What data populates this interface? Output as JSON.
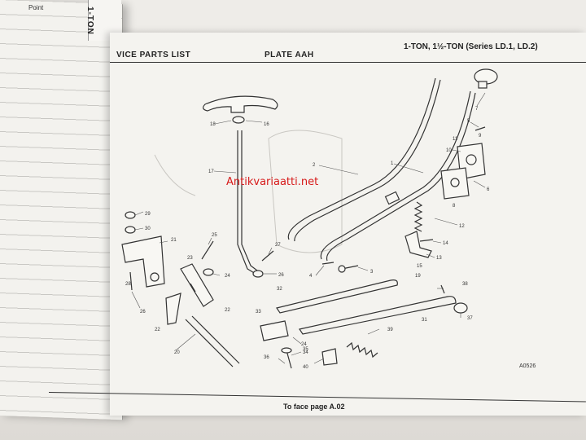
{
  "left_page": {
    "tab_text": "1-TON",
    "field_text": "Point"
  },
  "header": {
    "list_title": "VICE PARTS LIST",
    "plate_title": "PLATE AAH",
    "series_title": "1-TON, 1½-TON (Series LD.1, LD.2)"
  },
  "watermark": "Antikvariaatti.net",
  "diagram": {
    "drawing_ref": "A0526",
    "callouts": [
      "1",
      "2",
      "3",
      "4",
      "5",
      "6",
      "7",
      "8",
      "9",
      "10",
      "11",
      "12",
      "13",
      "14",
      "15",
      "16",
      "17",
      "18",
      "19",
      "20",
      "21",
      "22",
      "22",
      "23",
      "24",
      "24",
      "25",
      "26",
      "26",
      "27",
      "28",
      "29",
      "30",
      "31",
      "32",
      "33",
      "34",
      "35",
      "36",
      "37",
      "38",
      "39",
      "40"
    ]
  },
  "footer": {
    "text": "To face page A.02"
  }
}
